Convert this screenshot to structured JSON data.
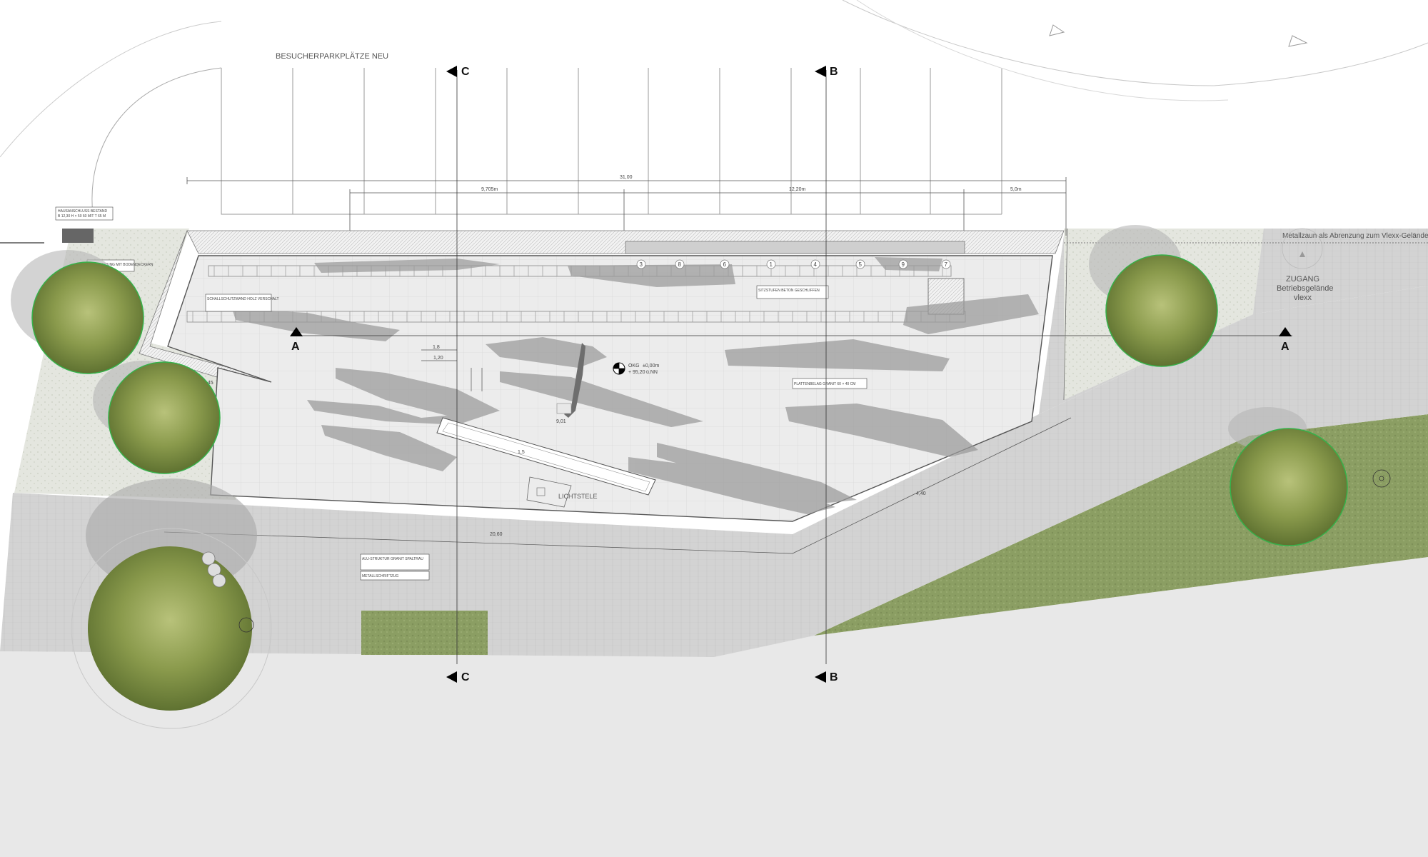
{
  "labels": {
    "parking": "BESUCHERPARKPLÄTZE NEU",
    "fence": "Metallzaun als Abrenzung zum Vlexx-Gelände",
    "access_title": "ZUGANG",
    "access_sub": "Betriebsgelände",
    "access_sub2": "vlexx",
    "lichtstele": "LICHTSTELE"
  },
  "sections": {
    "a_left": "A",
    "a_right": "A",
    "b_top": "B",
    "b_bottom": "B",
    "c_top": "C",
    "c_bottom": "C"
  },
  "dimensions": {
    "total": "31,00",
    "seg1": "9,705m",
    "seg2": "12,20m",
    "seg3": "5,0m",
    "street": "20,60",
    "d_a": "1,8",
    "d_b": "1,20",
    "d_c": "9,01",
    "d_d": "4,40",
    "d_e": "1,5",
    "d_f": "6,45"
  },
  "level": {
    "okg": "OKG",
    "okg_val": "±0,00m",
    "nn": "+ 95,20",
    "nn_unit": "ü.NN"
  },
  "numbers": [
    "3",
    "8",
    "6",
    "1",
    "4",
    "5",
    "9",
    "7"
  ],
  "notes": {
    "n1": "HAUSANSCHLUSS BESTAND",
    "n1b": "B 12,30 H × 50 60 MIT T 65 M",
    "n2": "BEPFLANZUNG MIT BODENDECKERN",
    "n3": "SCHALLSCHUTZWAND HOLZ VERSCHALT",
    "n4": "SITZSTUFEN BETON GESCHLIFFEN",
    "n5": "PLATTENBELAG GRANIT 60 × 40 CM",
    "n6": "ALU-STRUKTUR GRANIT SPALTRAU",
    "n7": "METALLSCHRIFTZUG"
  }
}
